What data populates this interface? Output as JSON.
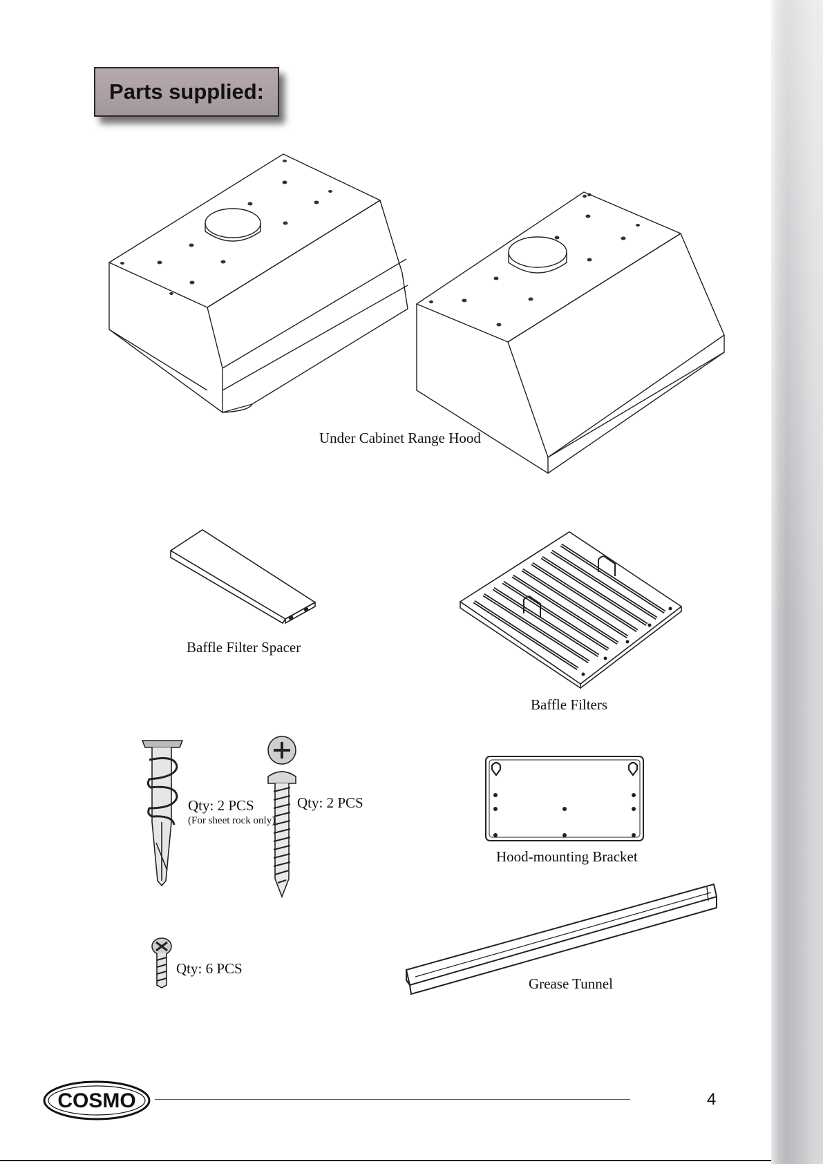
{
  "heading": "Parts supplied:",
  "parts": {
    "range_hood": "Under Cabinet Range Hood",
    "baffle_filter_spacer": "Baffle Filter Spacer",
    "baffle_filters": "Baffle Filters",
    "anchor_qty": "Qty: 2 PCS",
    "anchor_note": "(For sheet rock only)",
    "screw_qty": "Qty: 2 PCS",
    "small_screw_qty": "Qty: 6 PCS",
    "hood_mounting_bracket": "Hood-mounting Bracket",
    "grease_tunnel": "Grease Tunnel"
  },
  "footer": {
    "logo_text": "COSMO",
    "page_number": "4"
  },
  "icons": [
    "range-hood-icon",
    "range-hood-icon",
    "baffle-filter-spacer-icon",
    "baffle-filter-icon",
    "drywall-anchor-icon",
    "pan-head-screw-icon",
    "mounting-bracket-icon",
    "small-screw-icon",
    "grease-tunnel-icon",
    "cosmo-logo-icon"
  ]
}
